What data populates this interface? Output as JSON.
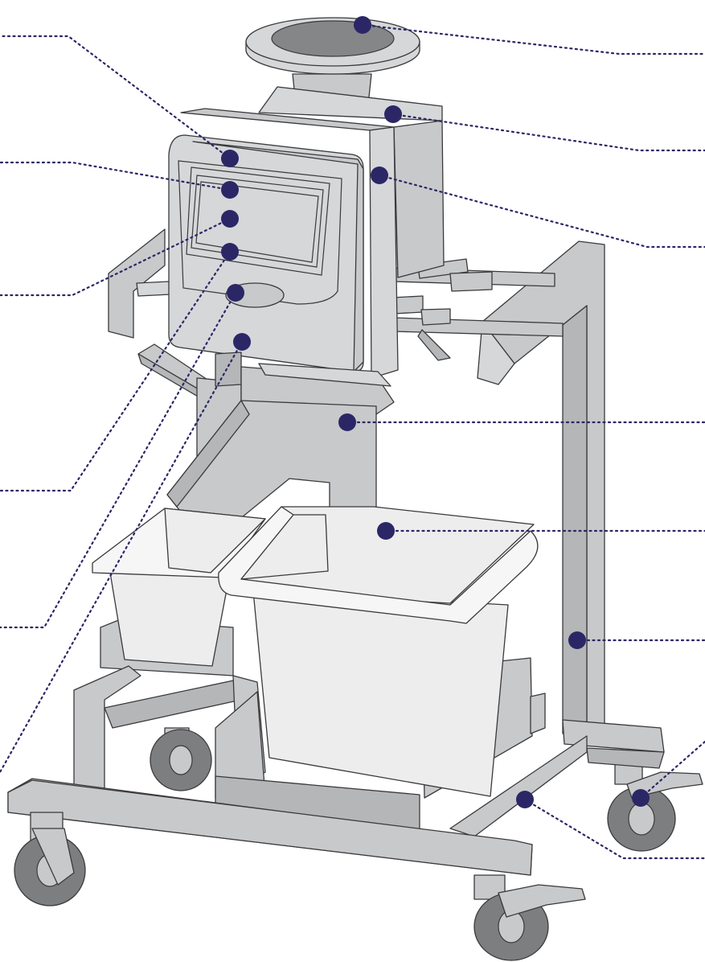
{
  "colors": {
    "marker": "#2b2766",
    "leader": "#2b2766",
    "frame": "#c8c9cb",
    "bin": "#ededee",
    "wheel": "#7d7e80"
  },
  "callouts": [
    {
      "id": "infeed-funnel"
    },
    {
      "id": "detector-head-top"
    },
    {
      "id": "detector-head-side"
    },
    {
      "id": "control-panel-top"
    },
    {
      "id": "display-screen"
    },
    {
      "id": "display-middle"
    },
    {
      "id": "display-lower"
    },
    {
      "id": "keypad"
    },
    {
      "id": "panel-base"
    },
    {
      "id": "reject-chute"
    },
    {
      "id": "good-product-bin"
    },
    {
      "id": "upright-frame"
    },
    {
      "id": "rear-castor-brake"
    },
    {
      "id": "base-frame"
    }
  ]
}
